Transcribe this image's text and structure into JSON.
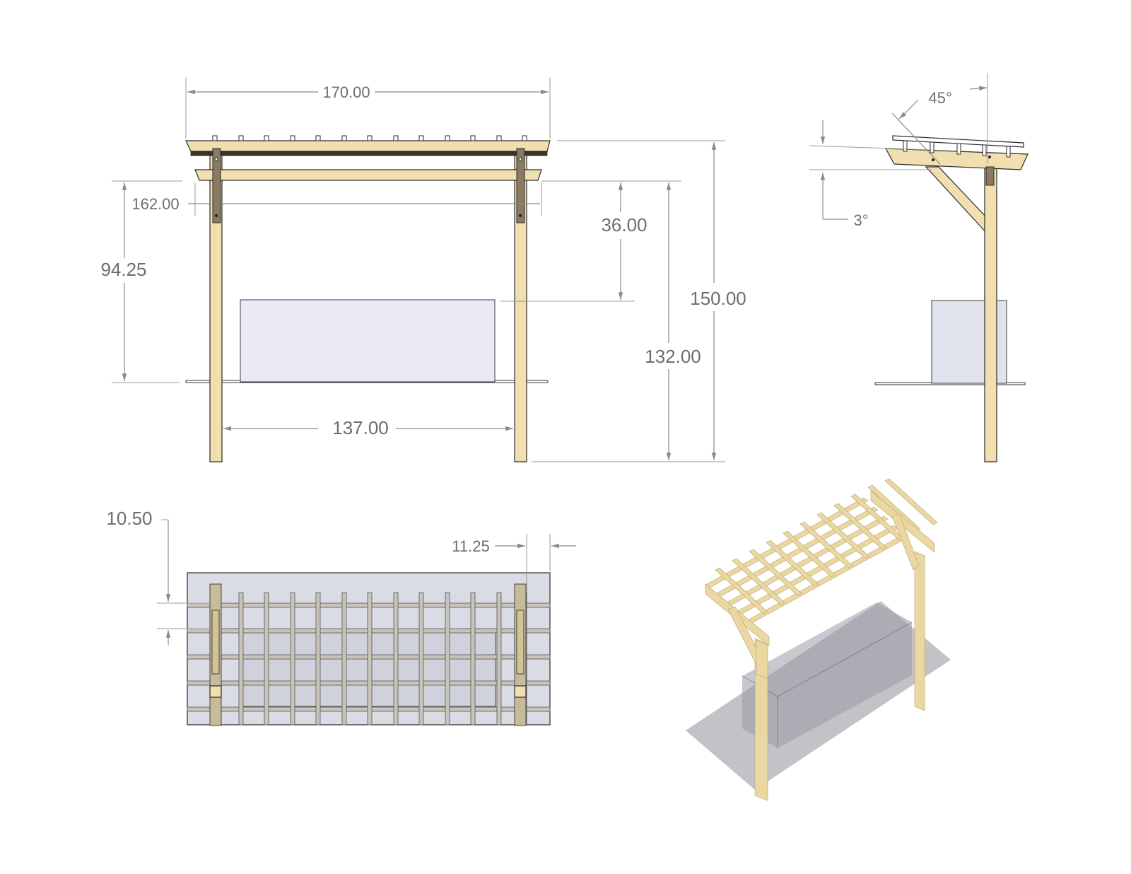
{
  "views": {
    "front": {
      "dimensions": {
        "overall_width": "170.00",
        "beam_width": "162.00",
        "post_spacing": "137.00",
        "clearance_height": "94.25",
        "drop_to_box": "36.00",
        "beam_height": "132.00",
        "overall_height": "150.00"
      }
    },
    "side": {
      "dimensions": {
        "brace_angle": "45°",
        "roof_slope": "3°"
      }
    },
    "top": {
      "dimensions": {
        "rafter_spacing": "10.50",
        "overhang": "11.25"
      }
    },
    "isometric": {}
  },
  "colors": {
    "wood": "#f1dfb0",
    "bracket": "#8a7a63",
    "ghost_box": "#e9eaf6",
    "dimension": "#6e6e6e"
  }
}
